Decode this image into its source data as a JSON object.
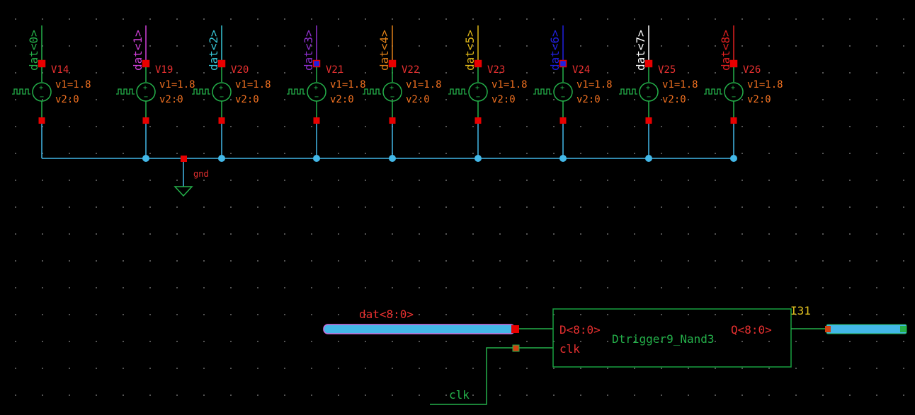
{
  "canvas": {
    "background": "#000000",
    "wire_color": "#43b8e8",
    "pin_color": "#e80000",
    "src_color": "#24b04a",
    "param_color": "#f07020",
    "block_color": "#19a040"
  },
  "sources": [
    {
      "id": "V14",
      "net": "dat<0>",
      "net_color": "#24b04a",
      "v1": "v1=1.8",
      "v2": "v2:0"
    },
    {
      "id": "V19",
      "net": "dat<1>",
      "net_color": "#d040d8",
      "v1": "v1=1.8",
      "v2": "v2:0"
    },
    {
      "id": "V20",
      "net": "dat<2>",
      "net_color": "#38c8d8",
      "v1": "v1=1.8",
      "v2": "v2:0"
    },
    {
      "id": "V21",
      "net": "dat<3>",
      "net_color": "#9030d0",
      "v1": "v1=1.8",
      "v2": "v2:0"
    },
    {
      "id": "V22",
      "net": "dat<4>",
      "net_color": "#e08018",
      "v1": "v1=1.8",
      "v2": "v2:0"
    },
    {
      "id": "V23",
      "net": "dat<5>",
      "net_color": "#e0b818",
      "v1": "v1=1.8",
      "v2": "v2:0"
    },
    {
      "id": "V24",
      "net": "dat<6>",
      "net_color": "#2020e0",
      "v1": "v1=1.8",
      "v2": "v2:0"
    },
    {
      "id": "V25",
      "net": "dat<7>",
      "net_color": "#ffffff",
      "v1": "v1=1.8",
      "v2": "v2:0"
    },
    {
      "id": "V26",
      "net": "dat<8>",
      "net_color": "#e02020",
      "v1": "v1=1.8",
      "v2": "v2:0"
    }
  ],
  "ground": {
    "label": "gnd"
  },
  "bus": {
    "label": "dat<8:0>"
  },
  "clock": {
    "label": "clk"
  },
  "block": {
    "instance": "I31",
    "cell": "Dtrigger9_Nand3",
    "pin_d": "D<8:0>",
    "pin_clk": "clk",
    "pin_q": "Q<8:0>"
  }
}
